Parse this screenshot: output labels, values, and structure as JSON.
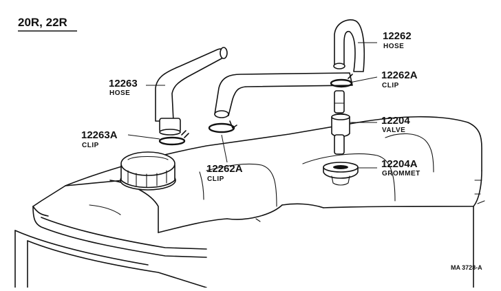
{
  "engine_label": "20R, 22R",
  "figure_ref": "MA 3728-A",
  "parts": [
    {
      "id": "hose_12262",
      "number": "12262",
      "name": "HOSE"
    },
    {
      "id": "clip_12262A_right",
      "number": "12262A",
      "name": "CLIP"
    },
    {
      "id": "valve_12204",
      "number": "12204",
      "name": "VALVE"
    },
    {
      "id": "grommet_12204A",
      "number": "12204A",
      "name": "GROMMET"
    },
    {
      "id": "hose_12263",
      "number": "12263",
      "name": "HOSE"
    },
    {
      "id": "clip_12263A",
      "number": "12263A",
      "name": "CLIP"
    },
    {
      "id": "clip_12262A_center",
      "number": "12262A",
      "name": "CLIP"
    }
  ]
}
